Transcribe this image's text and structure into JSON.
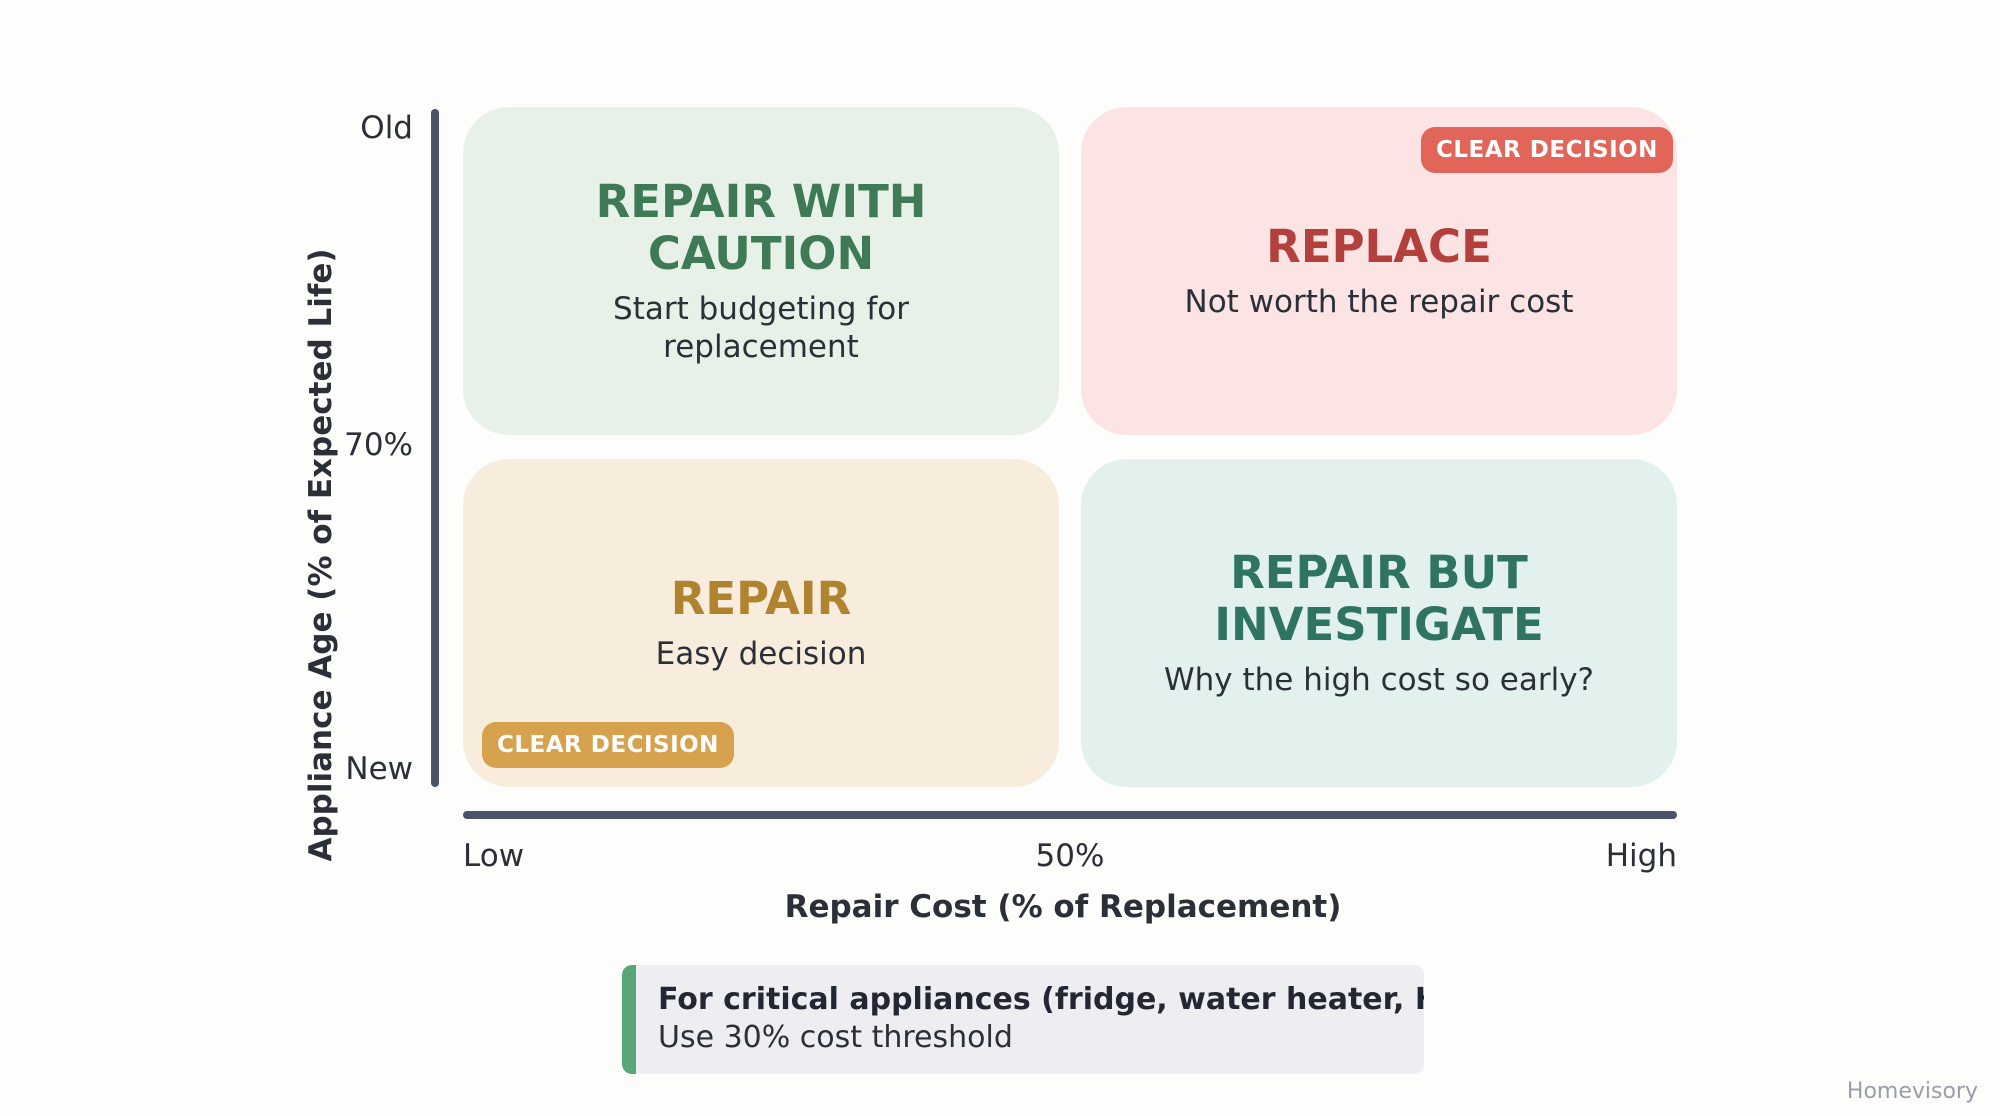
{
  "diagram": {
    "y_axis": {
      "title": "Appliance Age (% of Expected Life)",
      "ticks": [
        "Old",
        "70%",
        "New"
      ]
    },
    "x_axis": {
      "title": "Repair Cost (% of Replacement)",
      "ticks": [
        "Low",
        "50%",
        "High"
      ]
    },
    "quadrants": {
      "top_left": {
        "title": "REPAIR WITH\nCAUTION",
        "subtitle": "Start budgeting for\nreplacement"
      },
      "top_right": {
        "title": "REPLACE",
        "subtitle": "Not worth the repair cost",
        "badge": "CLEAR DECISION"
      },
      "bottom_left": {
        "title": "REPAIR",
        "subtitle": "Easy decision",
        "badge": "CLEAR DECISION"
      },
      "bottom_right": {
        "title": "REPAIR BUT\nINVESTIGATE",
        "subtitle": "Why the high cost so early?"
      }
    },
    "note": {
      "title": "For critical appliances (fridge, water heater, HVAC):",
      "text": "Use 30% cost threshold"
    },
    "brand": "Homevisory",
    "colors": {
      "axis": "#4a5368",
      "replace": "#b3403c",
      "repair": "#b0832f",
      "caution": "#3e7a55",
      "investigate": "#2f7463",
      "note_accent": "#5aa57a"
    }
  }
}
